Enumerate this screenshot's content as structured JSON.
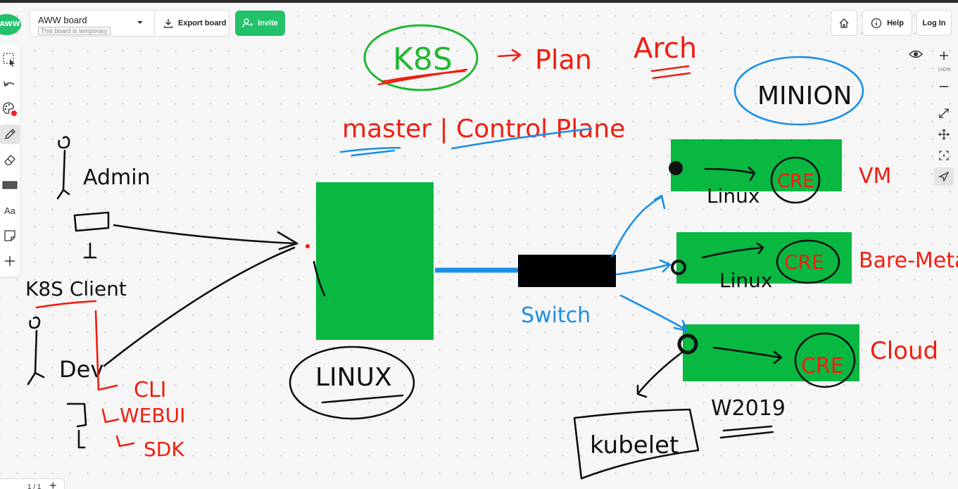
{
  "app": {
    "logo_text": "AWW",
    "board_title": "AWW board",
    "board_subtitle": "This board is temporary",
    "export_label": "Export board",
    "invite_label": "Invite",
    "help_label": "Help",
    "login_label": "Log In",
    "zoom_level": "100%",
    "page_indicator": "1 / 1",
    "text_tool_label": "Aa"
  },
  "icons": {
    "select": "select-icon",
    "undo": "undo-icon",
    "palette": "palette-icon",
    "pen": "pen-icon",
    "eraser": "eraser-icon",
    "shape": "shape-icon",
    "text": "text-icon",
    "sticky": "sticky-note-icon",
    "add": "add-icon",
    "home": "home-icon",
    "help": "help-icon",
    "eye": "eye-icon",
    "zoom_in": "zoom-in-icon",
    "zoom_out": "zoom-out-icon",
    "fit": "fit-screen-icon",
    "pan": "pan-icon",
    "focus": "focus-icon",
    "laser": "laser-pointer-icon"
  },
  "colors": {
    "accent_green": "#22c16a",
    "board_green": "#08b841",
    "ink_black": "#111111",
    "ink_red": "#f21d0f",
    "ink_blue": "#1a8fe8",
    "ink_green": "#1fb833",
    "palette_dot": "#ff2020"
  },
  "board": {
    "k8s": "K8S",
    "plan": "Plan",
    "arch": "Arch",
    "master": "master | Control Plane",
    "minion": "MINION",
    "admin": "Admin",
    "k8s_client": "K8S Client",
    "dev": "Dev",
    "cli": "CLI",
    "webui": "WEBUI",
    "sdk": "SDK",
    "linux_master": "LINUX",
    "switch": "Switch",
    "linux_1": "Linux",
    "linux_2": "Linux",
    "cre_1": "CRE",
    "cre_2": "CRE",
    "cre_3": "CRE",
    "vm": "VM",
    "bare_metal": "Bare-Metal",
    "cloud": "Cloud",
    "w2019": "W2019",
    "kubelet": "kubelet"
  }
}
